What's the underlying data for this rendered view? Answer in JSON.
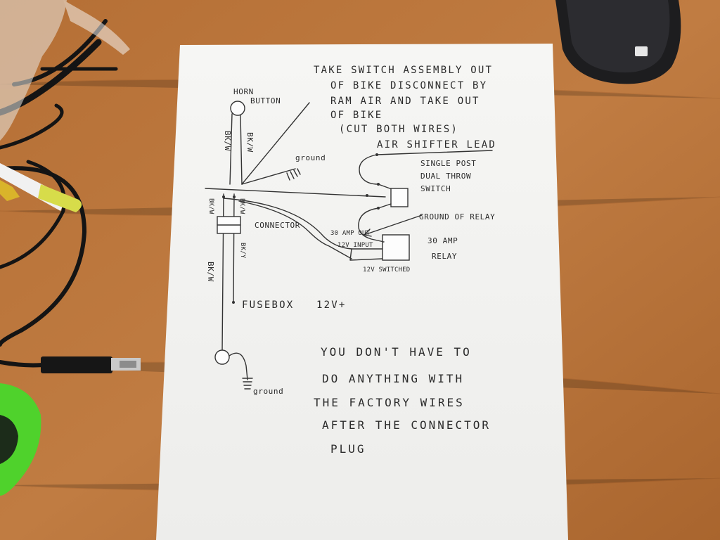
{
  "top_note": [
    "TAKE SWITCH ASSEMBLY OUT",
    "OF BIKE DISCONNECT BY",
    "RAM AIR AND TAKE OUT",
    "OF BIKE",
    "(CUT BOTH WIRES)"
  ],
  "labels": {
    "horn": "HORN",
    "button": "BUTTON",
    "bkw_left": "BK/W",
    "bkw_right": "BK/W",
    "ground_top": "ground",
    "air_shifter_lead": "AIR SHIFTER LEAD",
    "switch_desc": [
      "SINGLE POST",
      "DUAL THROW",
      "SWITCH"
    ],
    "bkw_conn_left": "BK/W",
    "bkw_conn_right": "BK/W",
    "connector": "CONNECTOR",
    "ground_of_relay": "GROUND OF RELAY",
    "amp_out": "30 AMP OUT",
    "input_12v": "12V INPUT",
    "relay_desc": [
      "30 AMP",
      "RELAY"
    ],
    "switched_12v": "12V SWITCHED",
    "bky": "BK/Y",
    "bkw_lower": "BK/W",
    "fusebox": "FUSEBOX",
    "fuse_v": "12V+",
    "ground_bottom": "ground"
  },
  "bottom_note": [
    "YOU DON'T HAVE TO",
    "DO ANYTHING WITH",
    "THE FACTORY WIRES",
    "AFTER THE CONNECTOR",
    "PLUG"
  ],
  "colors": {
    "desk": "#b9743a",
    "paper": "#f4f4f2",
    "ink": "#2b2b2b"
  }
}
